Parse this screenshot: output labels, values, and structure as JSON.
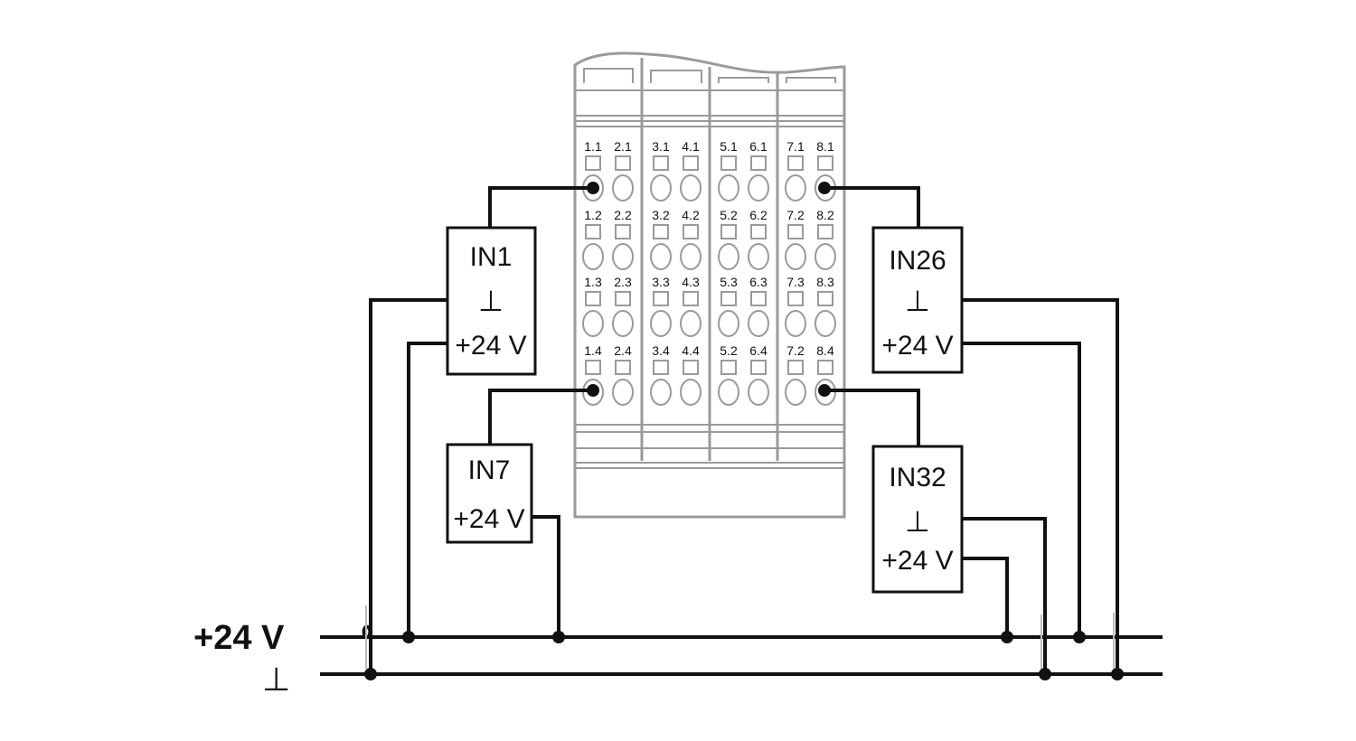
{
  "rails": {
    "supply_label": "+24 V",
    "ground_symbol": "⊥"
  },
  "terminal_block": {
    "rows": [
      [
        "1.1",
        "2.1",
        "3.1",
        "4.1",
        "5.1",
        "6.1",
        "7.1",
        "8.1"
      ],
      [
        "1.2",
        "2.2",
        "3.2",
        "4.2",
        "5.2",
        "6.2",
        "7.2",
        "8.2"
      ],
      [
        "1.3",
        "2.3",
        "3.3",
        "4.3",
        "5.3",
        "6.3",
        "7.3",
        "8.3"
      ],
      [
        "1.4",
        "2.4",
        "3.4",
        "4.4",
        "5.2",
        "6.4",
        "7.2",
        "8.4"
      ]
    ]
  },
  "devices": {
    "in1": {
      "name": "IN1",
      "ground": "⊥",
      "supply": "+24 V"
    },
    "in7": {
      "name": "IN7",
      "supply": "+24 V"
    },
    "in26": {
      "name": "IN26",
      "ground": "⊥",
      "supply": "+24 V"
    },
    "in32": {
      "name": "IN32",
      "ground": "⊥",
      "supply": "+24 V"
    }
  }
}
